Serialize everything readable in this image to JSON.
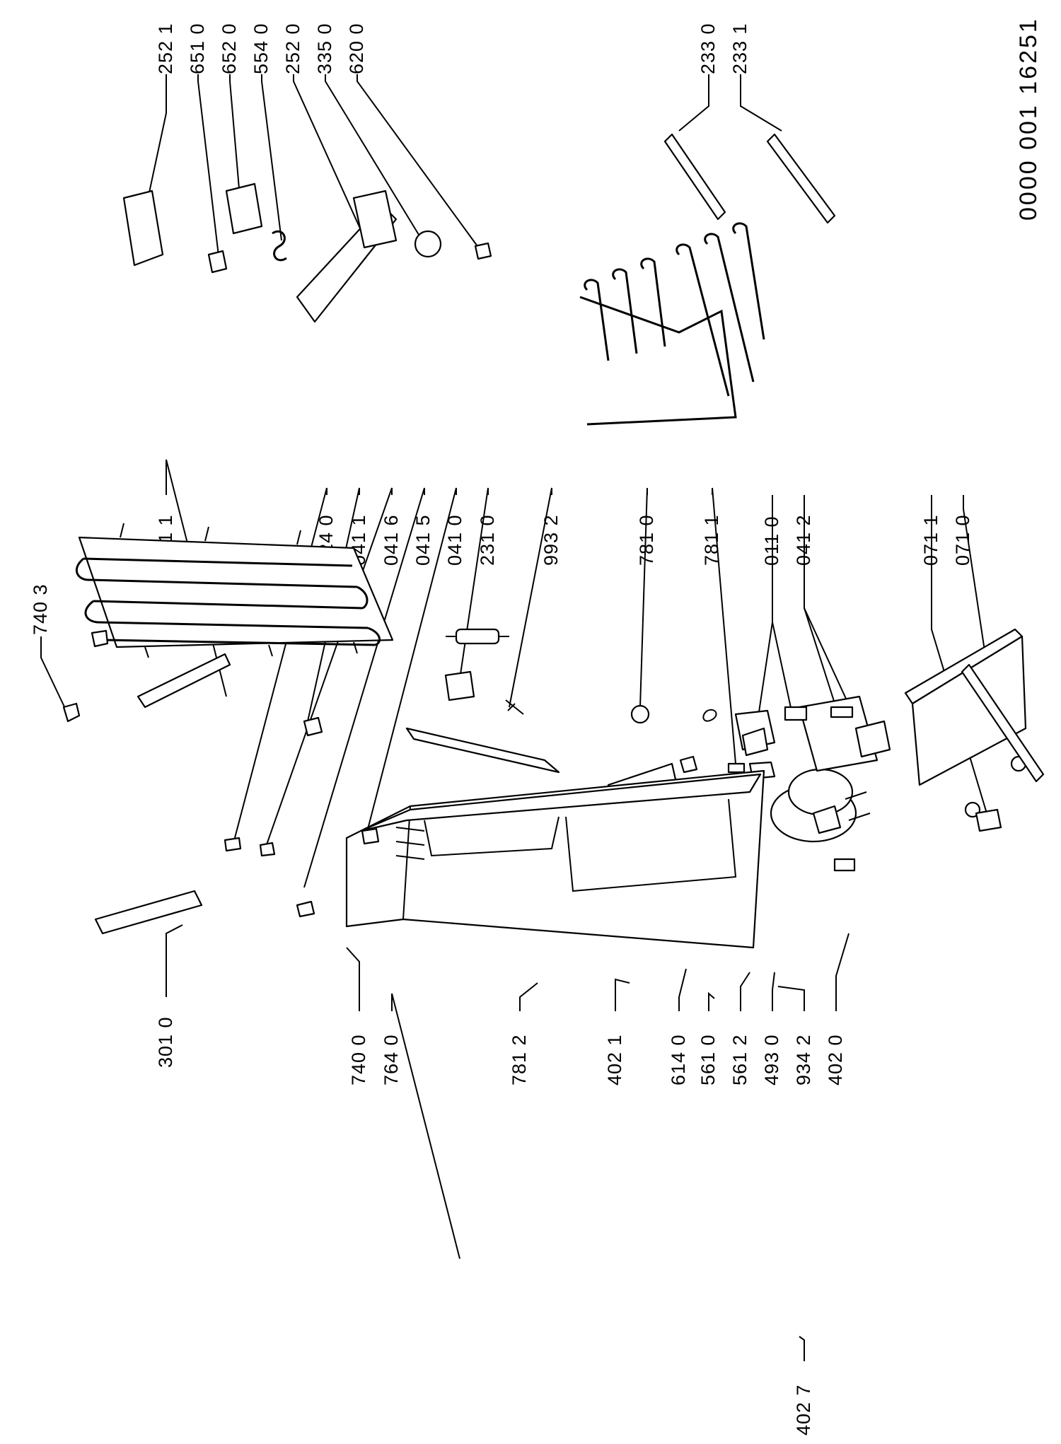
{
  "document_number": "0000 001 16251",
  "labels": {
    "l7403": "740 3",
    "l3010": "301 0",
    "l7400": "740 0",
    "l7640": "764 0",
    "l7812": "781 2",
    "l4021": "402 1",
    "l6140": "614 0",
    "l5610": "561 0",
    "l5612": "561 2",
    "l4930": "493 0",
    "l9342": "934 2",
    "l4020": "402 0",
    "l4027": "402 7",
    "l3011": "301 1",
    "l3240": "324 0",
    "l0411": "041 1",
    "l0416": "041 6",
    "l0415": "041 5",
    "l0410": "041 0",
    "l2310": "231 0",
    "l9932": "993 2",
    "l7810": "781 0",
    "l7811": "781 1",
    "l0110": "011 0",
    "l0412": "041 2",
    "l0711": "071 1",
    "l0710": "071 0",
    "l2521": "252 1",
    "l6510": "651 0",
    "l6520": "652 0",
    "l5540": "554 0",
    "l2520": "252 0",
    "l3350": "335 0",
    "l6200": "620 0",
    "l2330": "233 0",
    "l2331": "233 1"
  }
}
